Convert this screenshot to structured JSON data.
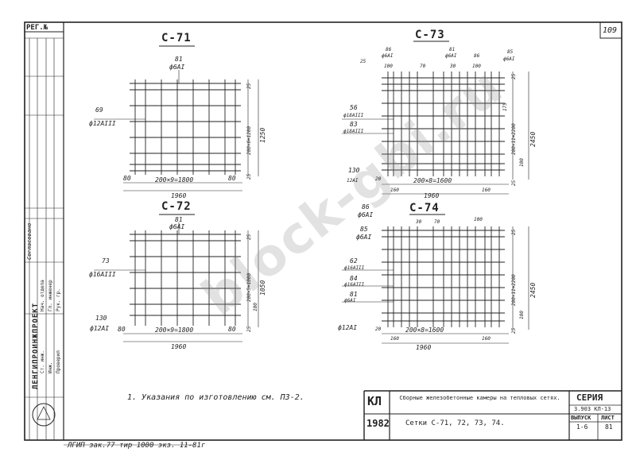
{
  "document": {
    "reg_label": "РЕГ.№",
    "page_number": "109",
    "note": "1. Указания по изготовлению см. П3-2.",
    "print_info": "ЛГИП зак.77 тир 1000 экз. 11-81г",
    "stamp_text": "ЛЕНГИПРОИНЖПРОЕКТ",
    "agreed": "Согласовано",
    "watermark": "block-gbi.ru"
  },
  "title_block": {
    "org": "КЛ",
    "year": "1982",
    "description": "Сборные железобетонные камеры на тепловых сетях.",
    "sheet_title": "Сетки С-71, 72, 73, 74.",
    "series_label": "СЕРИЯ",
    "series_value": "3.903 КЛ-13",
    "issue_label": "ВЫПУСК",
    "issue_value": "1-6",
    "sheet_label": "ЛИСТ",
    "sheet_value": "81"
  },
  "meshes": {
    "c71": {
      "title": "С-71",
      "bar_top_mark": "81",
      "bar_top_spec": "ф6АI",
      "bar_left_mark": "69",
      "bar_left_spec": "ф12АIII",
      "dim_right_25a": "25",
      "dim_right_main": "200×6=1200",
      "dim_right_total": "1250",
      "dim_right_25b": "25",
      "dim_bottom_80a": "80",
      "dim_bottom_main": "200×9=1800",
      "dim_bottom_80b": "80",
      "dim_bottom_total": "1960"
    },
    "c72": {
      "title": "С-72",
      "bar_top_mark": "81",
      "bar_top_spec": "ф6АI",
      "bar_left_mark": "73",
      "bar_left_spec": "ф16АIII",
      "bar_bottom_mark": "130",
      "bar_bottom_spec": "ф12АI",
      "dim_right_25a": "25",
      "dim_right_main": "200×5=1000",
      "dim_right_total": "1050",
      "dim_right_100": "100",
      "dim_right_25b": "25",
      "dim_bottom_80a": "80",
      "dim_bottom_main": "200×9=1800",
      "dim_bottom_80b": "80",
      "dim_bottom_total": "1960"
    },
    "c73": {
      "title": "С-73",
      "bar_86a_mark": "86",
      "bar_86a_spec": "ф6АI",
      "bar_81_mark": "81",
      "bar_81_spec": "ф6АI",
      "bar_86b_mark": "86",
      "bar_85_mark": "85",
      "bar_85_spec": "ф6АI",
      "bar_25": "25",
      "dim_100a": "100",
      "dim_70": "70",
      "dim_30": "30",
      "dim_100b": "100",
      "bar_56_mark": "56",
      "bar_56_spec": "ф18АIII",
      "bar_83_mark": "83",
      "bar_83_spec": "ф18АIII",
      "bar_130_mark": "130",
      "bar_130_spec": "12АI",
      "dim_right_25a": "25",
      "dim_right_175": "175",
      "dim_right_main": "200×11=2200",
      "dim_right_total": "2450",
      "dim_right_100": "100",
      "dim_right_25b": "25",
      "dim_bottom_20": "20",
      "dim_bottom_main": "200×8=1600",
      "dim_bottom_160a": "160",
      "dim_bottom_160b": "160",
      "dim_bottom_total": "1960"
    },
    "c74": {
      "title": "С-74",
      "bar_86_mark": "86",
      "bar_86_spec": "ф6АI",
      "dim_30": "30",
      "dim_70": "70",
      "dim_100": "100",
      "bar_85_mark": "85",
      "bar_85_spec": "ф6АI",
      "bar_62_mark": "62",
      "bar_62_spec": "ф16АIII",
      "bar_84_mark": "84",
      "bar_84_spec": "ф16АIII",
      "bar_81_mark": "81",
      "bar_81_spec": "ф6АI",
      "bar_bottom_spec": "ф12АI",
      "dim_right_25a": "25",
      "dim_right_main": "200×11=2200",
      "dim_right_total": "2450",
      "dim_right_100": "100",
      "dim_right_25b": "25",
      "dim_bottom_20": "20",
      "dim_bottom_main": "200×8=1600",
      "dim_bottom_160a": "160",
      "dim_bottom_160b": "160",
      "dim_bottom_total": "1960"
    }
  },
  "stamp_rows": [
    "Нач. отдела",
    "Гл. инженер",
    "Рук. гр.",
    "Ст. инж.",
    "Инж.",
    "Проверил"
  ]
}
